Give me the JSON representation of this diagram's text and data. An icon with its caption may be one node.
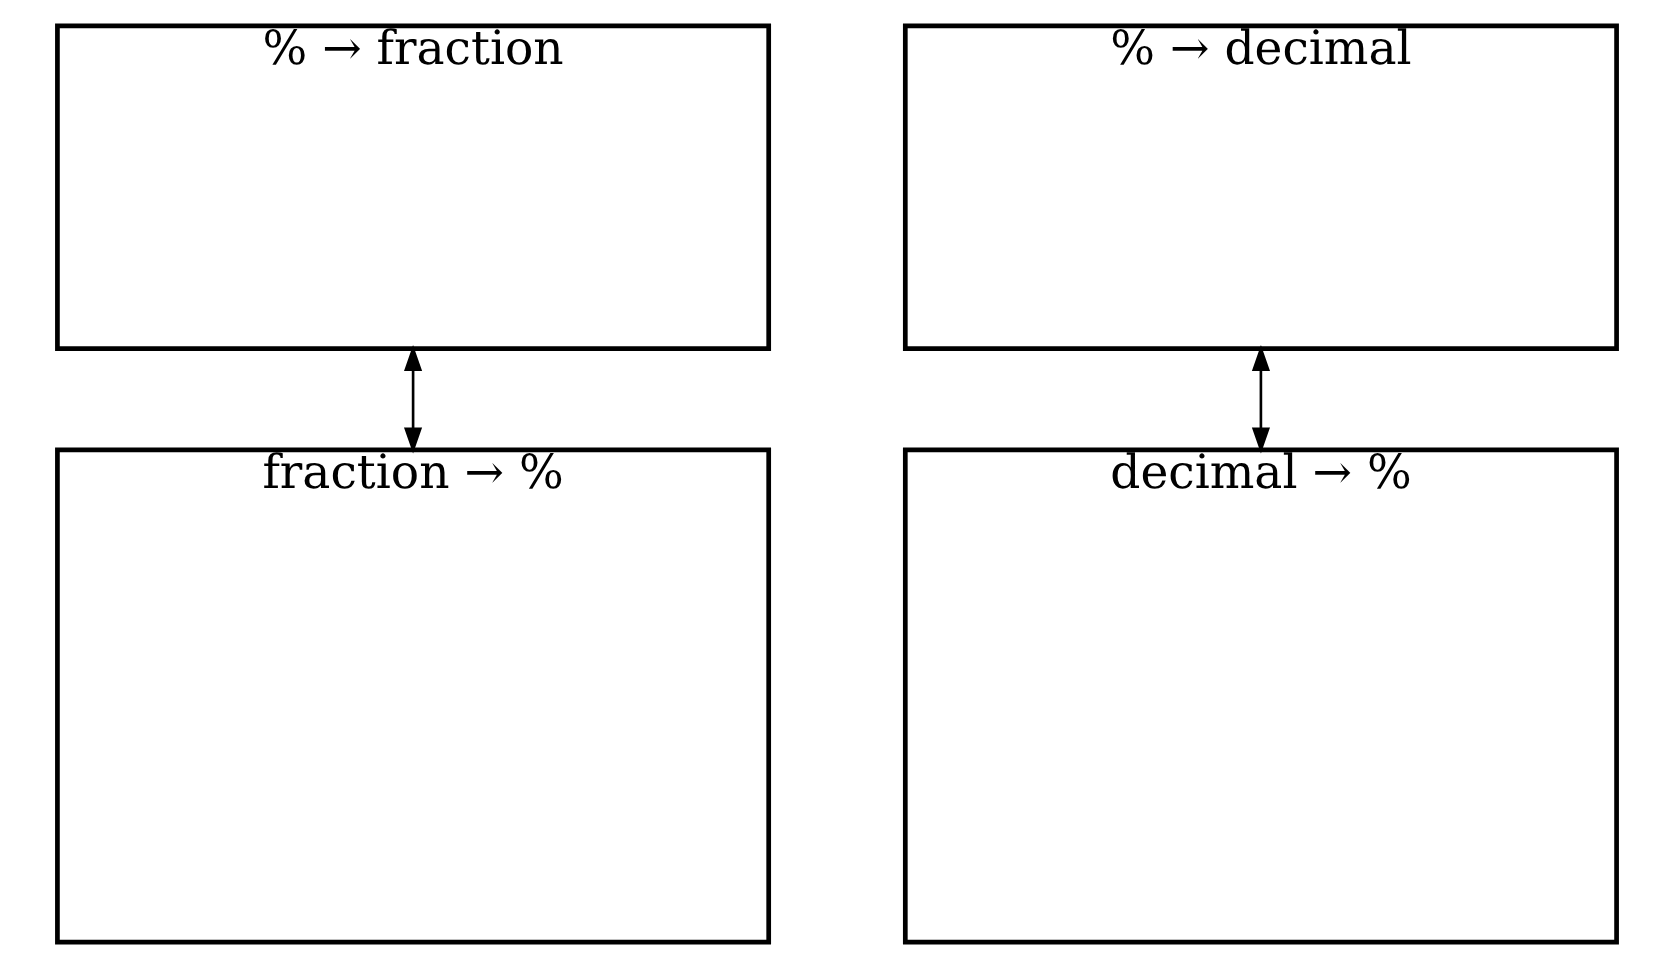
{
  "diagram": {
    "nodes": [
      {
        "text": [
          "% → fraction"
        ]
      },
      {
        "text": [
          "% → decimal"
        ]
      },
      {
        "text": [
          "fraction → %"
        ]
      },
      {
        "text": [
          "decimal → %"
        ]
      }
    ],
    "edges": [
      {
        "from": 2,
        "to": 0,
        "arrow": "to"
      },
      {
        "from": 0,
        "to": 2,
        "arrow": "to"
      },
      {
        "from": 3,
        "to": 1,
        "arrow": "to"
      },
      {
        "from": 1,
        "to": 3,
        "arrow": "to"
      }
    ]
  }
}
